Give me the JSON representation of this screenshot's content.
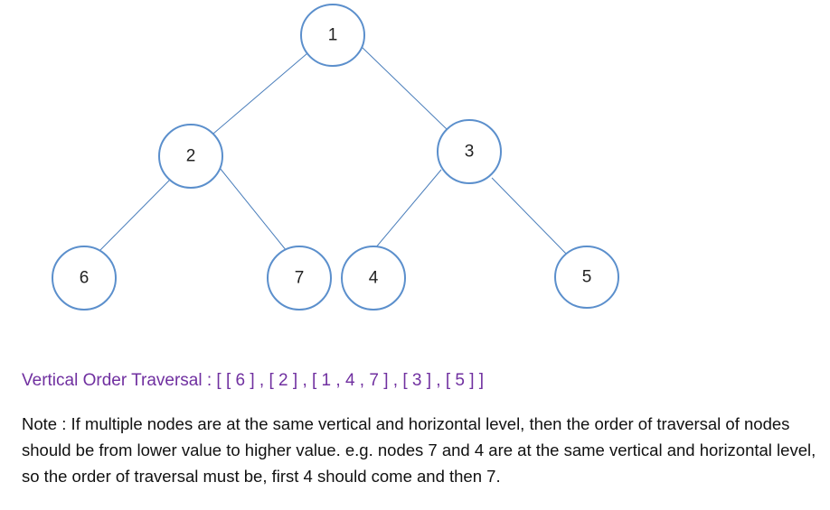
{
  "tree": {
    "nodes": [
      {
        "id": "n1",
        "label": "1"
      },
      {
        "id": "n2",
        "label": "2"
      },
      {
        "id": "n3",
        "label": "3"
      },
      {
        "id": "n6",
        "label": "6"
      },
      {
        "id": "n7",
        "label": "7"
      },
      {
        "id": "n4",
        "label": "4"
      },
      {
        "id": "n5",
        "label": "5"
      }
    ],
    "edges": [
      {
        "from": "n1",
        "to": "n2"
      },
      {
        "from": "n1",
        "to": "n3"
      },
      {
        "from": "n2",
        "to": "n6"
      },
      {
        "from": "n2",
        "to": "n7"
      },
      {
        "from": "n3",
        "to": "n4"
      },
      {
        "from": "n3",
        "to": "n5"
      }
    ]
  },
  "traversal_text": "Vertical Order Traversal : [ [ 6 ] , [ 2 ] , [ 1 , 4 , 7 ] , [ 3 ] , [ 5 ] ]",
  "note_text": "Note : If multiple nodes are at the same vertical and horizontal level, then the order of traversal of nodes should be from lower value to higher value. e.g. nodes 7 and 4 are at the same vertical and horizontal level, so the order of traversal must be, first 4 should come and then 7.",
  "colors": {
    "node_stroke": "#5b8fcc",
    "edge": "#4a7ebb",
    "traversal_text": "#7030a0",
    "note_text": "#111111"
  }
}
